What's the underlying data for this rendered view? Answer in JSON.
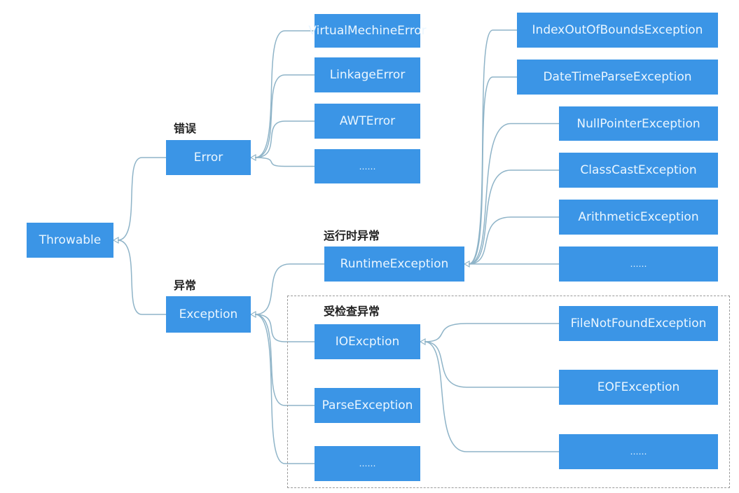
{
  "colors": {
    "node": "#3b95e6",
    "link": "#8fb4c8"
  },
  "labels": {
    "error_group": "错误",
    "exception_group": "异常",
    "runtime_group": "运行时异常",
    "checked_group": "受检查异常"
  },
  "nodes": {
    "throwable": "Throwable",
    "error": "Error",
    "exception": "Exception",
    "vm_error": "VirtualMechineError",
    "linkage_error": "LinkageError",
    "awt_error": "AWTError",
    "error_more": "……",
    "runtime": "RuntimeException",
    "io": "IOExcption",
    "parse": "ParseException",
    "exception_more": "……",
    "index_oob": "IndexOutOfBoundsException",
    "datetime_parse": "DateTimeParseException",
    "null_pointer": "NullPointerException",
    "class_cast": "ClassCastException",
    "arithmetic": "ArithmeticException",
    "runtime_more": "……",
    "file_not_found": "FileNotFoundException",
    "eof": "EOFException",
    "io_more": "……"
  },
  "edges": [
    [
      "error",
      "throwable"
    ],
    [
      "exception",
      "throwable"
    ],
    [
      "vm_error",
      "error"
    ],
    [
      "linkage_error",
      "error"
    ],
    [
      "awt_error",
      "error"
    ],
    [
      "error_more",
      "error"
    ],
    [
      "runtime",
      "exception"
    ],
    [
      "io",
      "exception"
    ],
    [
      "parse",
      "exception"
    ],
    [
      "exception_more",
      "exception"
    ],
    [
      "index_oob",
      "runtime"
    ],
    [
      "datetime_parse",
      "runtime"
    ],
    [
      "null_pointer",
      "runtime"
    ],
    [
      "class_cast",
      "runtime"
    ],
    [
      "arithmetic",
      "runtime"
    ],
    [
      "runtime_more",
      "runtime"
    ],
    [
      "file_not_found",
      "io"
    ],
    [
      "eof",
      "io"
    ],
    [
      "io_more",
      "io"
    ]
  ]
}
